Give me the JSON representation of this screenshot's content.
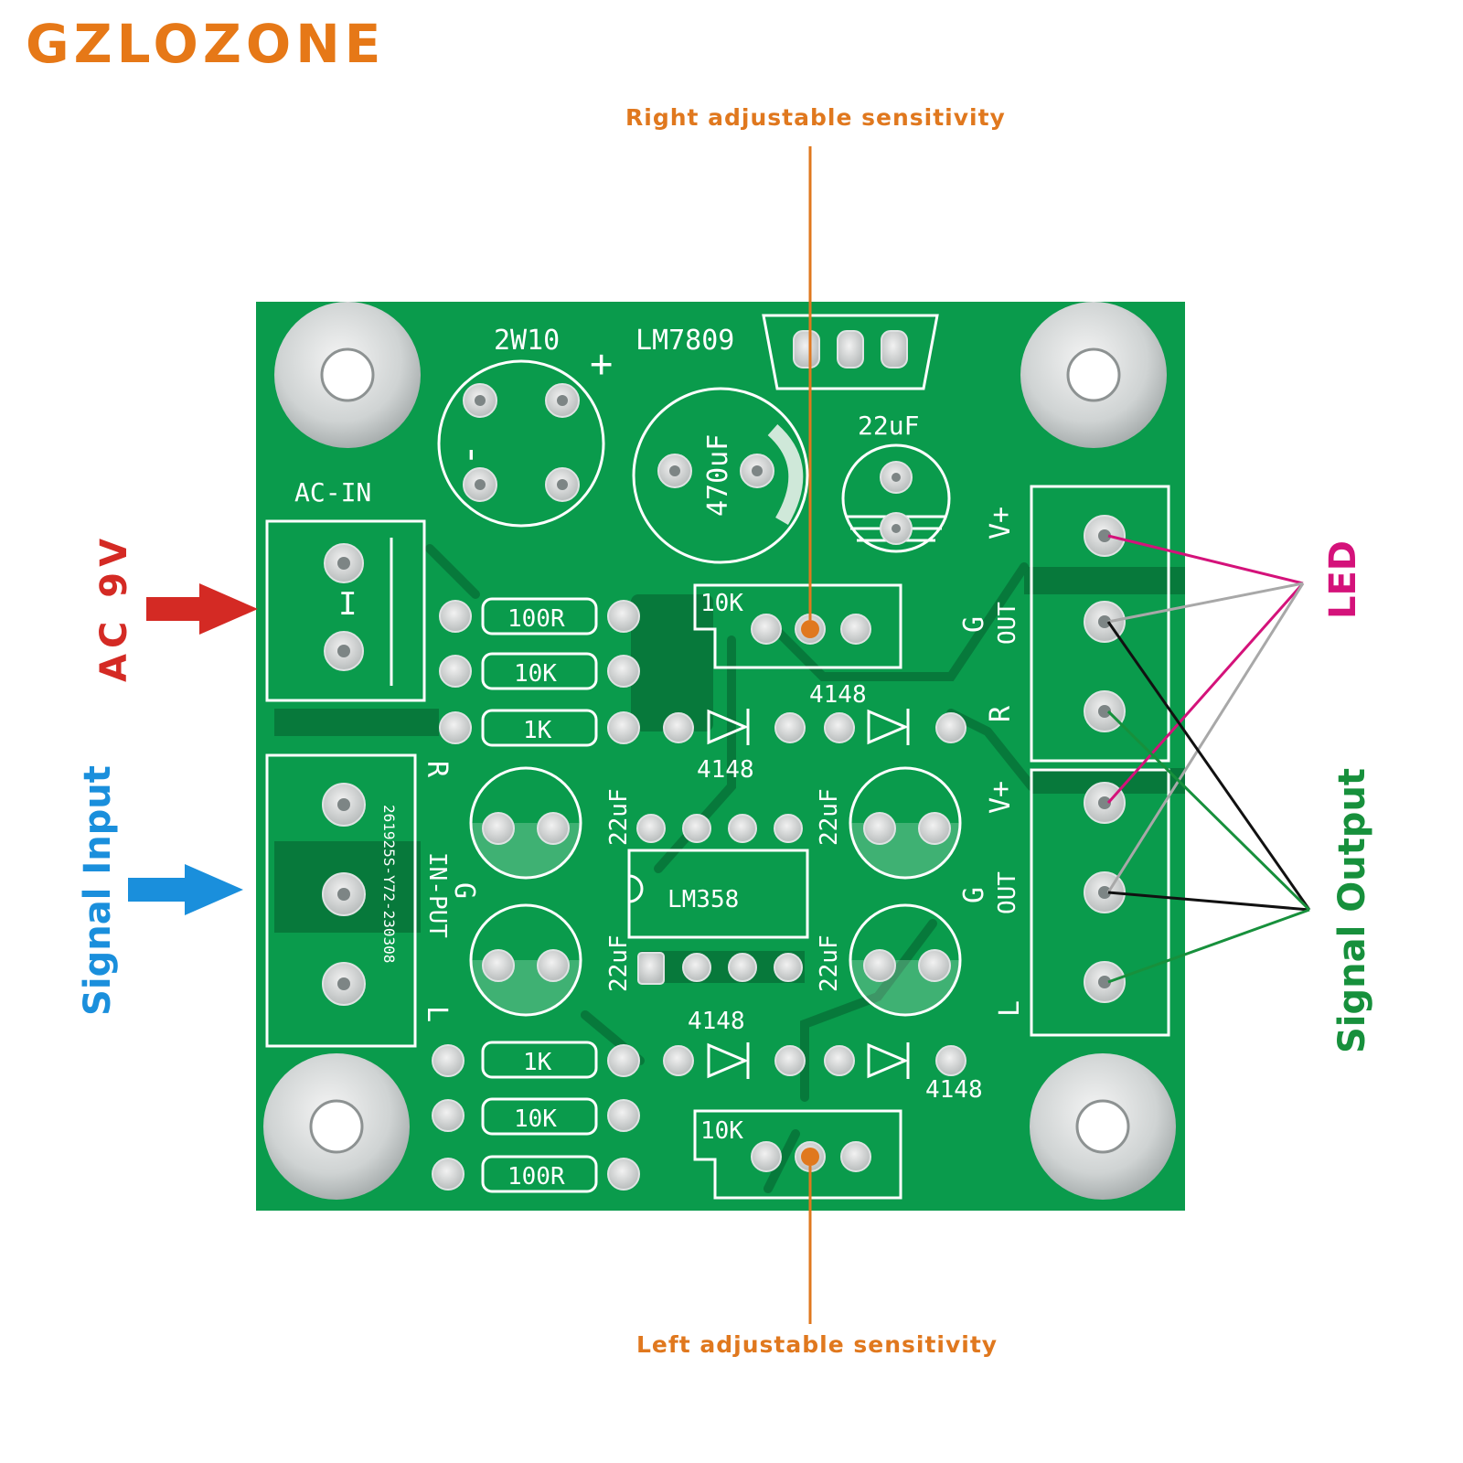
{
  "brand": "GZLOZONE",
  "annotations": {
    "right_sensitivity": "Right adjustable sensitivity",
    "left_sensitivity": "Left adjustable sensitivity",
    "ac_input": "AC 9V",
    "signal_input": "Signal Input",
    "led": "LED",
    "signal_output": "Signal Output"
  },
  "silkscreen": {
    "bridge": "2W10",
    "bridge_plus": "+",
    "bridge_minus": "-",
    "regulator": "LM7809",
    "ac_in": "AC-IN",
    "bulk_cap": "470uF",
    "cap_22uf": "22uF",
    "vplus": "V+",
    "g": "G",
    "out": "OUT",
    "r": "R",
    "l": "L",
    "pot_10k": "10K",
    "res_100r": "100R",
    "res_10k": "10K",
    "res_1k": "1K",
    "diode": "4148",
    "opamp": "LM358",
    "in_put": "IN-PUT",
    "board_id": "261925S-Y72-230308",
    "ac_mark": "I"
  },
  "colors": {
    "board": "#0a9b4c",
    "silk": "#ffffff",
    "brand": "#e67817",
    "orange_label": "#e0781e",
    "ac_red": "#d42a24",
    "input_blue": "#1a8fdc",
    "led_magenta": "#d4127a",
    "output_green": "#17903c",
    "wire_gray": "#a8a8a8",
    "wire_black": "#111111"
  }
}
